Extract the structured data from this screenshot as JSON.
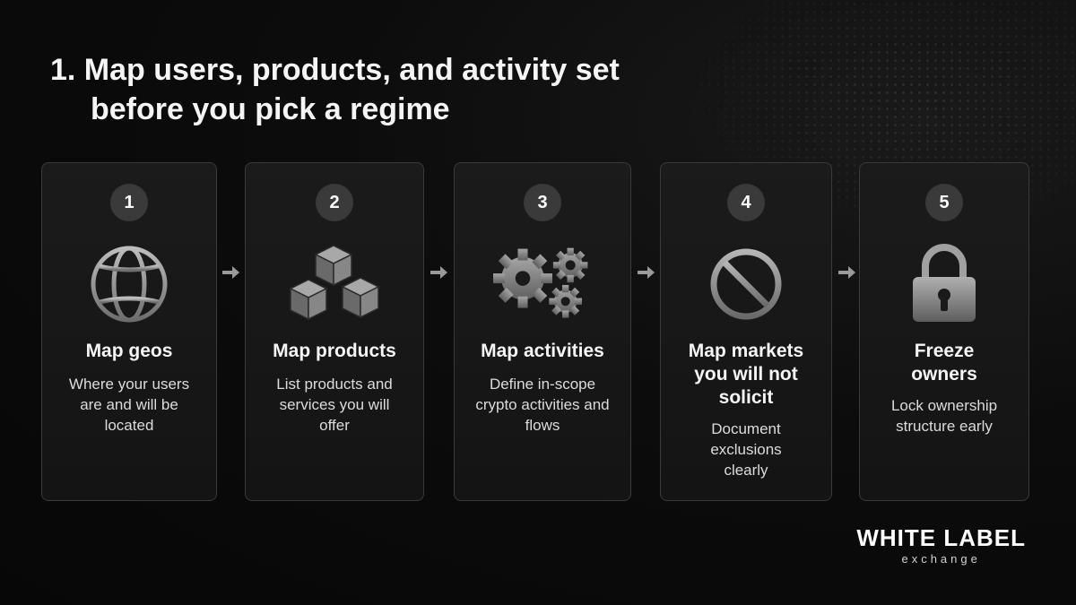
{
  "title": {
    "line1": "1. Map users, products, and activity set",
    "line2": "before you pick a regime"
  },
  "steps": [
    {
      "number": "1",
      "icon": "globe-icon",
      "title": "Map geos",
      "description": "Where your users are and will be located"
    },
    {
      "number": "2",
      "icon": "cubes-icon",
      "title": "Map products",
      "description": "List products and services you will offer"
    },
    {
      "number": "3",
      "icon": "gears-icon",
      "title": "Map activities",
      "description": "Define in-scope crypto activities and flows"
    },
    {
      "number": "4",
      "icon": "prohibited-icon",
      "title": "Map markets you will not solicit",
      "description": "Document exclusions clearly"
    },
    {
      "number": "5",
      "icon": "padlock-icon",
      "title": "Freeze owners",
      "description": "Lock ownership structure early"
    }
  ],
  "brand": {
    "name": "WHITE LABEL",
    "sub": "exchange"
  },
  "colors": {
    "background": "#0a0a0a",
    "card": "#181818",
    "accent_gray": "#3a3a3a",
    "text": "#f2f2f2"
  }
}
